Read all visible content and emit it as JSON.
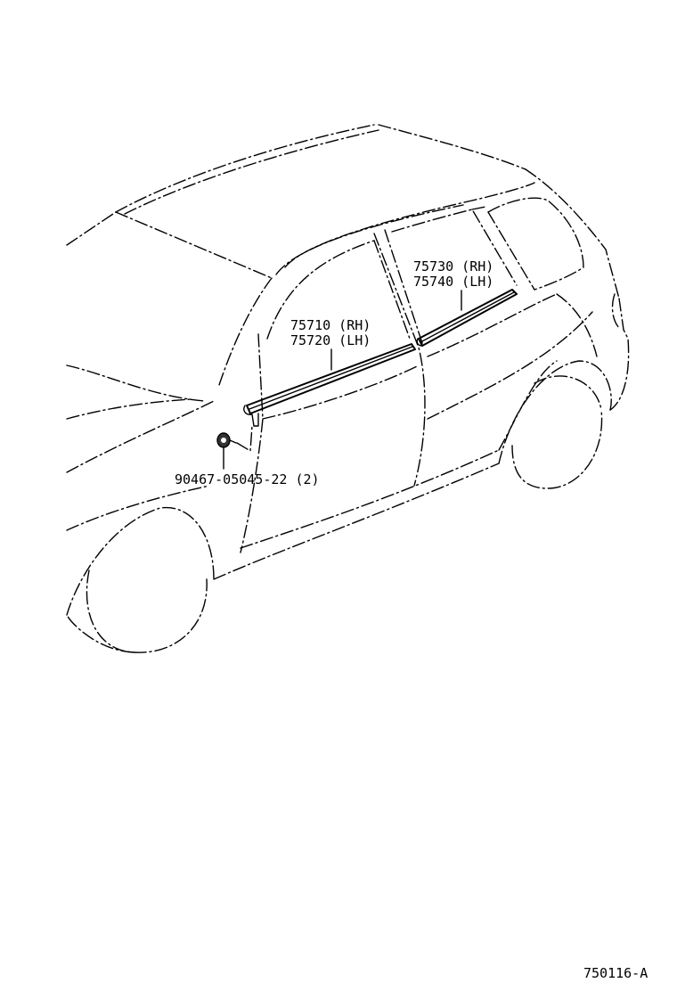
{
  "labels": {
    "front_moulding_rh": "75710 (RH)",
    "front_moulding_lh": "75720 (LH)",
    "rear_moulding_rh": "75730 (RH)",
    "rear_moulding_lh": "75740 (LH)",
    "clip_part": "90467-05045-22 (2)",
    "figure_code": "750116-A"
  }
}
